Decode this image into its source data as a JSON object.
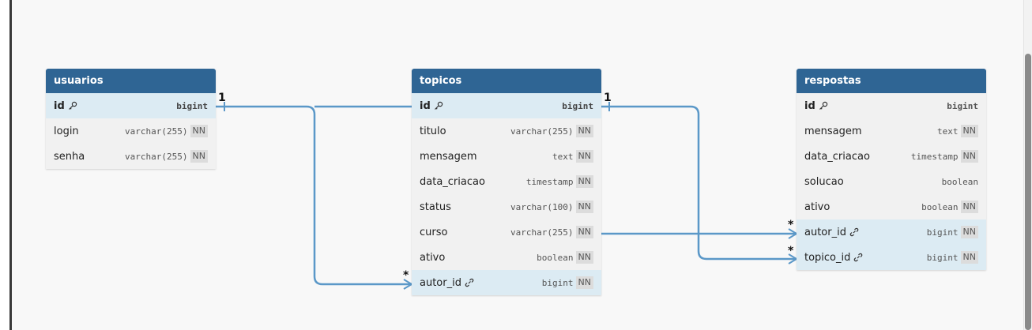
{
  "tables": {
    "usuarios": {
      "title": "usuarios",
      "rows": [
        {
          "name": "id",
          "type": "bigint",
          "nn": ""
        },
        {
          "name": "login",
          "type": "varchar(255)",
          "nn": "NN"
        },
        {
          "name": "senha",
          "type": "varchar(255)",
          "nn": "NN"
        }
      ]
    },
    "topicos": {
      "title": "topicos",
      "rows": [
        {
          "name": "id",
          "type": "bigint",
          "nn": ""
        },
        {
          "name": "titulo",
          "type": "varchar(255)",
          "nn": "NN"
        },
        {
          "name": "mensagem",
          "type": "text",
          "nn": "NN"
        },
        {
          "name": "data_criacao",
          "type": "timestamp",
          "nn": "NN"
        },
        {
          "name": "status",
          "type": "varchar(100)",
          "nn": "NN"
        },
        {
          "name": "curso",
          "type": "varchar(255)",
          "nn": "NN"
        },
        {
          "name": "ativo",
          "type": "boolean",
          "nn": "NN"
        },
        {
          "name": "autor_id",
          "type": "bigint",
          "nn": "NN"
        }
      ]
    },
    "respostas": {
      "title": "respostas",
      "rows": [
        {
          "name": "id",
          "type": "bigint",
          "nn": ""
        },
        {
          "name": "mensagem",
          "type": "text",
          "nn": "NN"
        },
        {
          "name": "data_criacao",
          "type": "timestamp",
          "nn": "NN"
        },
        {
          "name": "solucao",
          "type": "boolean",
          "nn": ""
        },
        {
          "name": "ativo",
          "type": "boolean",
          "nn": "NN"
        },
        {
          "name": "autor_id",
          "type": "bigint",
          "nn": "NN"
        },
        {
          "name": "topico_id",
          "type": "bigint",
          "nn": "NN"
        }
      ]
    }
  },
  "relations": {
    "usuarios_topicos": {
      "one": "1",
      "many": "*"
    },
    "topicos_respostas": {
      "one": "1",
      "many": "*"
    },
    "usuarios_respostas": {
      "many": "*"
    }
  },
  "colors": {
    "header": "#2f6594",
    "line": "#5b98c8",
    "key_row": "#dcebf3"
  }
}
